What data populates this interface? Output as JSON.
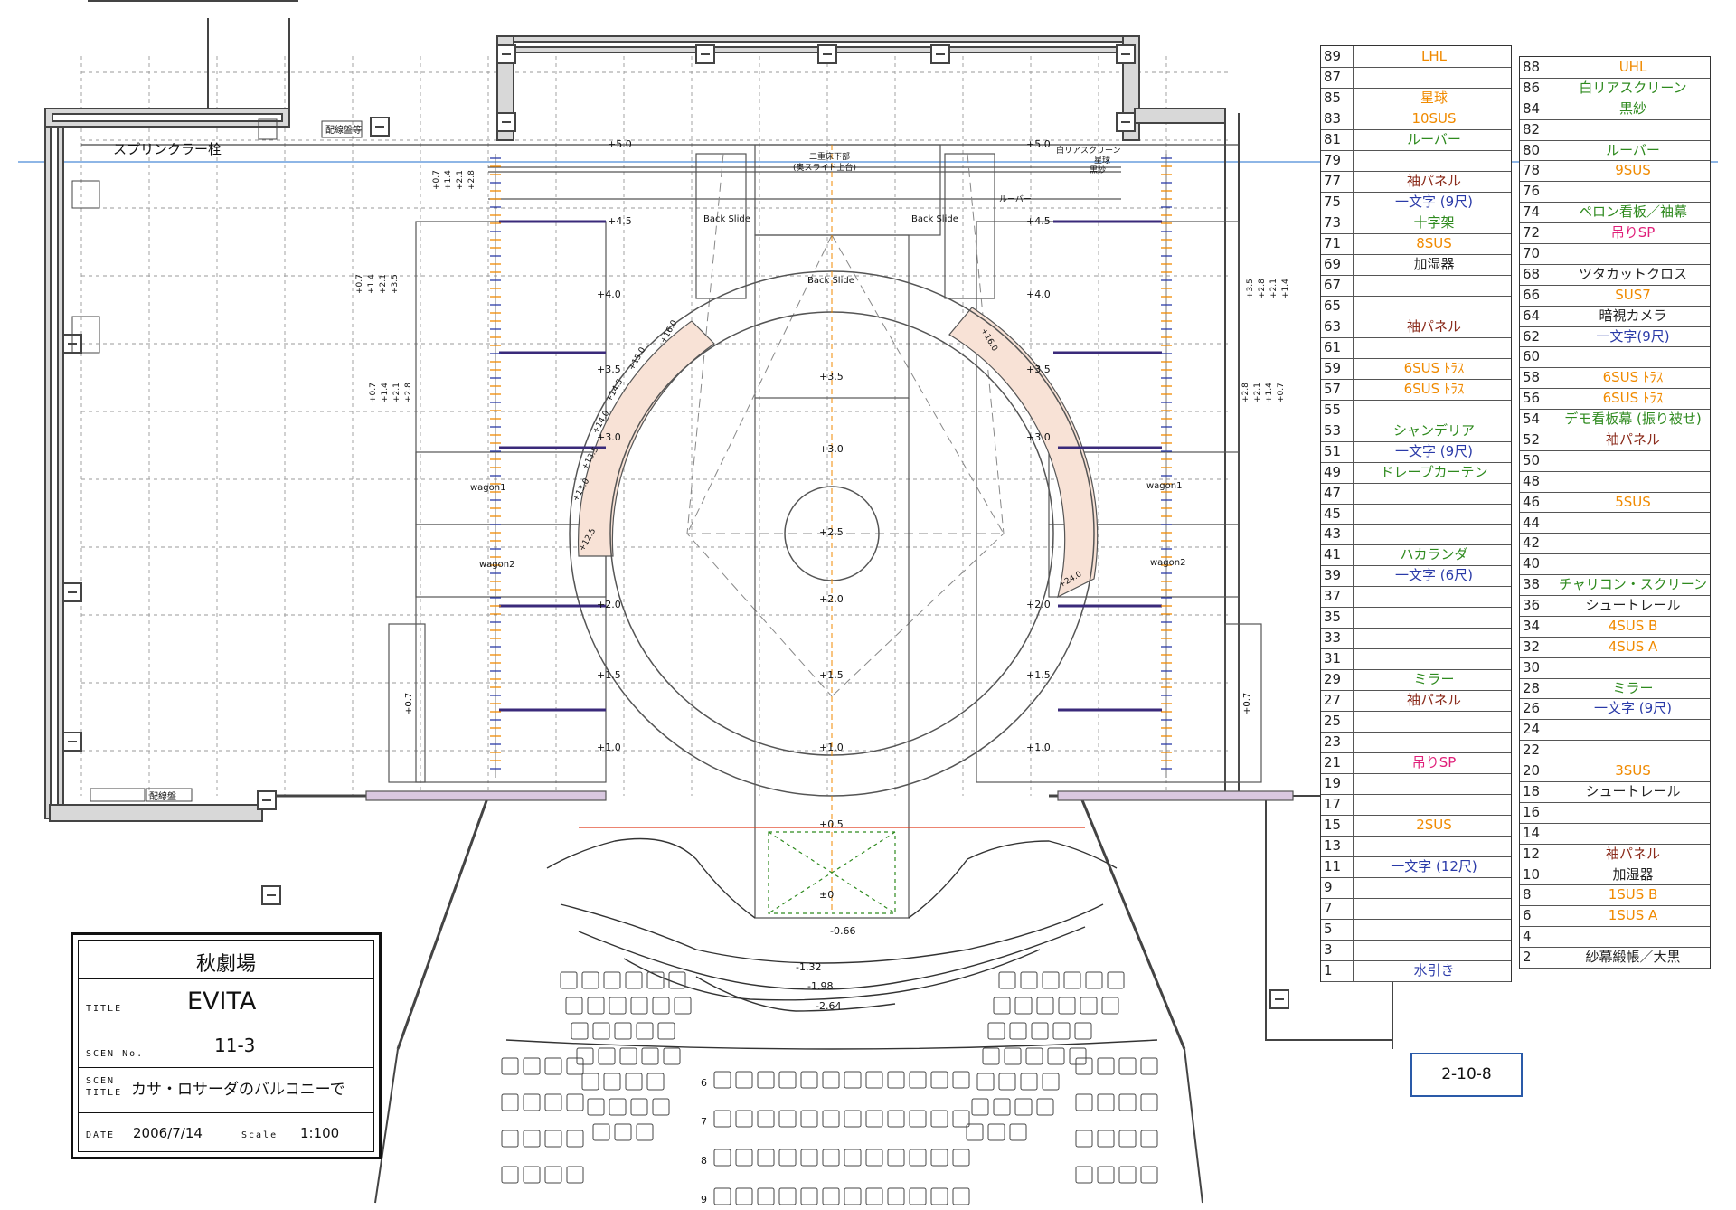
{
  "theatre_name": "秋劇場",
  "title_block": {
    "title_label": "TITLE",
    "title": "EVITA",
    "scene_no_label": "SCEN No.",
    "scene_no": "11-3",
    "scene_title_label_1": "SCEN",
    "scene_title_label_2": "TITLE",
    "scene_title": "カサ・ロサーダのバルコニーで",
    "date_label": "DATE",
    "date": "2006/7/14",
    "scale_label": "Scale",
    "scale": "1:100"
  },
  "drawing_ref": "2-10-8",
  "plan_labels": {
    "sprinkler": "スプリンクラー栓",
    "wiring_panel_top": "配線盤等",
    "wiring_panel_bottom": "配線盤",
    "back_slide": "Back Slide",
    "wagon1": "wagon1",
    "wagon2": "wagon2",
    "rear_screen": "白リアスクリーン",
    "star_ball": "星球",
    "black_gauze": "黒紗",
    "louver": "ルーバー",
    "upstage_lift_1": "二重床下部",
    "upstage_lift_2": "(奥スライド上台)"
  },
  "offsets_left": [
    "+5.0",
    "+4.5",
    "+4.0",
    "+3.5",
    "+3.0",
    "+2.0",
    "+1.5",
    "+1.0"
  ],
  "offsets_right": [
    "+5.0",
    "+4.5",
    "+4.0",
    "+3.5",
    "+3.0",
    "+2.0",
    "+1.5",
    "+1.0"
  ],
  "center_marks": [
    "+3.5",
    "+3.0",
    "+2.5",
    "+2.0",
    "+1.5",
    "+1.0",
    "+0.5",
    "±0"
  ],
  "house_levels": [
    "-0.66",
    "-1.32",
    "-1.98",
    "-2.64"
  ],
  "ramp_marks_left": [
    "+12.5",
    "+13.0",
    "+13.5",
    "+14.0",
    "+14.5",
    "+15.0",
    "+16.0"
  ],
  "ramp_marks_right": [
    "+16.0",
    "+24.0"
  ],
  "side_heights_left_top": [
    "+0.7",
    "+1.4",
    "+2.1",
    "+2.8"
  ],
  "side_heights_left_mid": [
    "+0.7",
    "+1.4",
    "+2.1",
    "+3.5"
  ],
  "side_heights_left_low": [
    "+0.7",
    "+1.4",
    "+2.1",
    "+2.8"
  ],
  "side_heights_right_mid": [
    "+3.5",
    "+2.8",
    "+2.1",
    "+1.4"
  ],
  "side_heights_right_low": [
    "+2.8",
    "+2.1",
    "+1.4",
    "+0.7"
  ],
  "side_wagon_left": "+0.7",
  "side_wagon_right": "+0.7",
  "row_numbers": [
    "6",
    "7",
    "8",
    "9"
  ],
  "list_odd": [
    {
      "num": "89",
      "label": "LHL",
      "color": "#f08a00"
    },
    {
      "num": "87",
      "label": "",
      "color": "#222"
    },
    {
      "num": "85",
      "label": "星球",
      "color": "#f08a00"
    },
    {
      "num": "83",
      "label": "10SUS",
      "color": "#f08a00"
    },
    {
      "num": "81",
      "label": "ルーバー",
      "color": "#2e8a1e"
    },
    {
      "num": "79",
      "label": "",
      "color": "#222"
    },
    {
      "num": "77",
      "label": "袖パネル",
      "color": "#8a2a1a"
    },
    {
      "num": "75",
      "label": "一文字 (9尺)",
      "color": "#2a3aa8"
    },
    {
      "num": "73",
      "label": "十字架",
      "color": "#2e8a1e"
    },
    {
      "num": "71",
      "label": "8SUS",
      "color": "#f08a00"
    },
    {
      "num": "69",
      "label": "加湿器",
      "color": "#222"
    },
    {
      "num": "67",
      "label": "",
      "color": "#222"
    },
    {
      "num": "65",
      "label": "",
      "color": "#222"
    },
    {
      "num": "63",
      "label": "袖パネル",
      "color": "#8a2a1a"
    },
    {
      "num": "61",
      "label": "",
      "color": "#222"
    },
    {
      "num": "59",
      "label": "6SUS ﾄﾗｽ",
      "color": "#f08a00"
    },
    {
      "num": "57",
      "label": "6SUS ﾄﾗｽ",
      "color": "#f08a00"
    },
    {
      "num": "55",
      "label": "",
      "color": "#222"
    },
    {
      "num": "53",
      "label": "シャンデリア",
      "color": "#2e8a1e"
    },
    {
      "num": "51",
      "label": "一文字 (9尺)",
      "color": "#2a3aa8"
    },
    {
      "num": "49",
      "label": "ドレープカーテン",
      "color": "#2e8a1e"
    },
    {
      "num": "47",
      "label": "",
      "color": "#222"
    },
    {
      "num": "45",
      "label": "",
      "color": "#222"
    },
    {
      "num": "43",
      "label": "",
      "color": "#222"
    },
    {
      "num": "41",
      "label": "ハカランダ",
      "color": "#2e8a1e"
    },
    {
      "num": "39",
      "label": "一文字 (6尺)",
      "color": "#2a3aa8"
    },
    {
      "num": "37",
      "label": "",
      "color": "#222"
    },
    {
      "num": "35",
      "label": "",
      "color": "#222"
    },
    {
      "num": "33",
      "label": "",
      "color": "#222"
    },
    {
      "num": "31",
      "label": "",
      "color": "#222"
    },
    {
      "num": "29",
      "label": "ミラー",
      "color": "#2e8a1e"
    },
    {
      "num": "27",
      "label": "袖パネル",
      "color": "#8a2a1a"
    },
    {
      "num": "25",
      "label": "",
      "color": "#222"
    },
    {
      "num": "23",
      "label": "",
      "color": "#222"
    },
    {
      "num": "21",
      "label": "吊りSP",
      "color": "#e0207a"
    },
    {
      "num": "19",
      "label": "",
      "color": "#222"
    },
    {
      "num": "17",
      "label": "",
      "color": "#222"
    },
    {
      "num": "15",
      "label": "2SUS",
      "color": "#f08a00"
    },
    {
      "num": "13",
      "label": "",
      "color": "#222"
    },
    {
      "num": "11",
      "label": "一文字 (12尺)",
      "color": "#2a3aa8"
    },
    {
      "num": "9",
      "label": "",
      "color": "#222"
    },
    {
      "num": "7",
      "label": "",
      "color": "#222"
    },
    {
      "num": "5",
      "label": "",
      "color": "#222"
    },
    {
      "num": "3",
      "label": "",
      "color": "#222"
    },
    {
      "num": "1",
      "label": "水引き",
      "color": "#2a3aa8"
    }
  ],
  "list_even": [
    {
      "num": "88",
      "label": "UHL",
      "color": "#f08a00"
    },
    {
      "num": "86",
      "label": "白リアスクリーン",
      "color": "#2e8a1e"
    },
    {
      "num": "84",
      "label": "黒紗",
      "color": "#2e8a1e"
    },
    {
      "num": "82",
      "label": "",
      "color": "#222"
    },
    {
      "num": "80",
      "label": "ルーバー",
      "color": "#2e8a1e"
    },
    {
      "num": "78",
      "label": "9SUS",
      "color": "#f08a00"
    },
    {
      "num": "76",
      "label": "",
      "color": "#222"
    },
    {
      "num": "74",
      "label": "ペロン看板／袖幕",
      "color": "#2e8a1e"
    },
    {
      "num": "72",
      "label": "吊りSP",
      "color": "#e0207a"
    },
    {
      "num": "70",
      "label": "",
      "color": "#222"
    },
    {
      "num": "68",
      "label": "ツタカットクロス",
      "color": "#222"
    },
    {
      "num": "66",
      "label": "SUS7",
      "color": "#f08a00"
    },
    {
      "num": "64",
      "label": "暗視カメラ",
      "color": "#222"
    },
    {
      "num": "62",
      "label": "一文字(9尺)",
      "color": "#2a3aa8"
    },
    {
      "num": "60",
      "label": "",
      "color": "#222"
    },
    {
      "num": "58",
      "label": "6SUS ﾄﾗｽ",
      "color": "#f08a00"
    },
    {
      "num": "56",
      "label": "6SUS ﾄﾗｽ",
      "color": "#f08a00"
    },
    {
      "num": "54",
      "label": "デモ看板幕 (振り被せ)",
      "color": "#2e8a1e"
    },
    {
      "num": "52",
      "label": "袖パネル",
      "color": "#8a2a1a"
    },
    {
      "num": "50",
      "label": "",
      "color": "#222"
    },
    {
      "num": "48",
      "label": "",
      "color": "#222"
    },
    {
      "num": "46",
      "label": "5SUS",
      "color": "#f08a00"
    },
    {
      "num": "44",
      "label": "",
      "color": "#222"
    },
    {
      "num": "42",
      "label": "",
      "color": "#222"
    },
    {
      "num": "40",
      "label": "",
      "color": "#222"
    },
    {
      "num": "38",
      "label": "チャリコン・スクリーン",
      "color": "#2e8a1e"
    },
    {
      "num": "36",
      "label": "シュートレール",
      "color": "#222"
    },
    {
      "num": "34",
      "label": "4SUS B",
      "color": "#f08a00"
    },
    {
      "num": "32",
      "label": "4SUS A",
      "color": "#f08a00"
    },
    {
      "num": "30",
      "label": "",
      "color": "#222"
    },
    {
      "num": "28",
      "label": "ミラー",
      "color": "#2e8a1e"
    },
    {
      "num": "26",
      "label": "一文字 (9尺)",
      "color": "#2a3aa8"
    },
    {
      "num": "24",
      "label": "",
      "color": "#222"
    },
    {
      "num": "22",
      "label": "",
      "color": "#222"
    },
    {
      "num": "20",
      "label": "3SUS",
      "color": "#f08a00"
    },
    {
      "num": "18",
      "label": "シュートレール",
      "color": "#222"
    },
    {
      "num": "16",
      "label": "",
      "color": "#222"
    },
    {
      "num": "14",
      "label": "",
      "color": "#222"
    },
    {
      "num": "12",
      "label": "袖パネル",
      "color": "#8a2a1a"
    },
    {
      "num": "10",
      "label": "加湿器",
      "color": "#222"
    },
    {
      "num": "8",
      "label": "1SUS B",
      "color": "#f08a00"
    },
    {
      "num": "6",
      "label": "1SUS A",
      "color": "#f08a00"
    },
    {
      "num": "4",
      "label": "",
      "color": "#222"
    },
    {
      "num": "2",
      "label": "紗幕緞帳／大黒",
      "color": "#222"
    }
  ],
  "colors": {
    "ramp_fill": "#f8e2d6",
    "batten": "#3a2a7a",
    "orange_tick": "#f08a00",
    "blue_tick": "#2a3aa8",
    "red_line": "#e03a1a",
    "green_dash": "#2e8a1e",
    "blue_rule": "#4a8ad8"
  }
}
